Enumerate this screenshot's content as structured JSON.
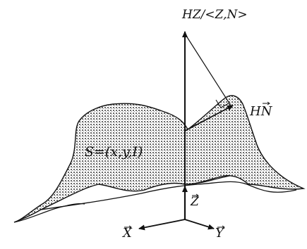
{
  "labels": {
    "surface": "S=(x,y,I)",
    "top_vector": "HZ/<Z,N>",
    "normal": "HN",
    "z_axis": "Z",
    "x_axis": "X",
    "y_axis": "Y"
  },
  "colors": {
    "ink": "#111111",
    "surface_fill": "#c8c8c8",
    "background": "#ffffff"
  }
}
